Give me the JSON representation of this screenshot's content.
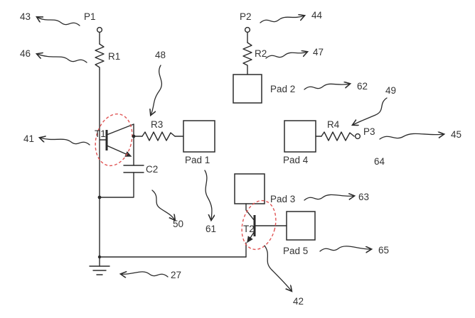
{
  "figure": {
    "background": "#ffffff",
    "line_color": "#2b2b2b",
    "highlight_color": "#e05555",
    "labels": {
      "ref43": "43",
      "p1": "P1",
      "ref46": "46",
      "r1": "R1",
      "ref41": "41",
      "t1": "T1",
      "ref48": "48",
      "r3": "R3",
      "pad1": "Pad 1",
      "c2": "C2",
      "ref50": "50",
      "ref61": "61",
      "p2": "P2",
      "ref44": "44",
      "r2": "R2",
      "ref47": "47",
      "pad2": "Pad 2",
      "ref62": "62",
      "ref49": "49",
      "r4": "R4",
      "p3": "P3",
      "ref45": "45",
      "pad4": "Pad 4",
      "ref64": "64",
      "pad3": "Pad 3",
      "ref63": "63",
      "t2": "T2",
      "pad5": "Pad 5",
      "ref65": "65",
      "ref27": "27",
      "ref42": "42"
    }
  }
}
